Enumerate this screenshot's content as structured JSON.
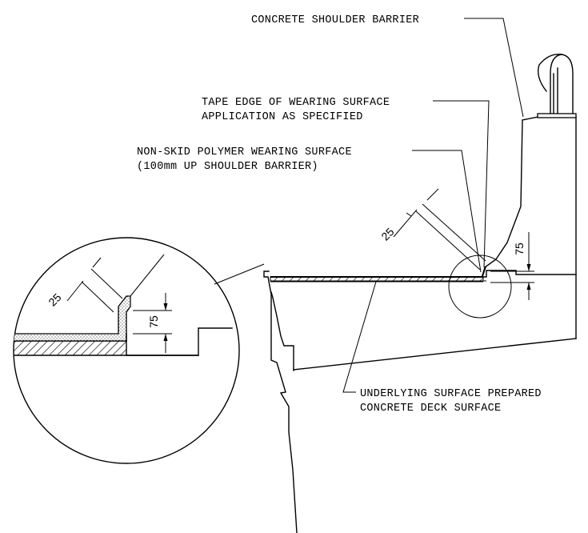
{
  "labels": {
    "barrier": "CONCRETE SHOULDER BARRIER",
    "tape_line1": "TAPE EDGE OF WEARING SURFACE",
    "tape_line2": "APPLICATION AS SPECIFIED",
    "nonskid_line1": "NON-SKID POLYMER WEARING SURFACE",
    "nonskid_line2": "(100mm UP SHOULDER BARRIER)",
    "underlying_line1": "UNDERLYING SURFACE PREPARED",
    "underlying_line2": "CONCRETE DECK SURFACE"
  },
  "dimensions": {
    "main_angle": "25",
    "main_height": "75",
    "detail_angle": "25",
    "detail_height": "75"
  }
}
